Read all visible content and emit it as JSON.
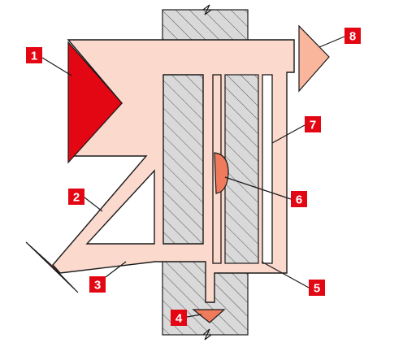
{
  "labels": [
    {
      "id": "1",
      "text": "1"
    },
    {
      "id": "2",
      "text": "2"
    },
    {
      "id": "3",
      "text": "3"
    },
    {
      "id": "4",
      "text": "4"
    },
    {
      "id": "5",
      "text": "5"
    },
    {
      "id": "6",
      "text": "6"
    },
    {
      "id": "7",
      "text": "7"
    },
    {
      "id": "8",
      "text": "8"
    }
  ],
  "colors": {
    "flow_fill": "#fbd9cd",
    "outline": "#1a1a1a",
    "wall_fill": "#d9d9d9",
    "label_bg": "#e30613",
    "arrow_1": "#e30613",
    "arrow_3": "#e8503a",
    "arrow_4": "#f07a5c",
    "arrow_8": "#f9b69d",
    "marker_6": "#f07a5c"
  }
}
